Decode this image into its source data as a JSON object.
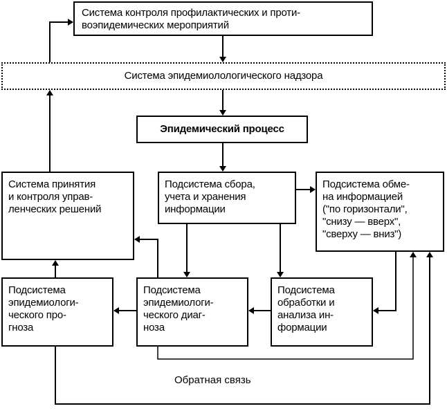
{
  "diagram": {
    "nodes": {
      "control_system": {
        "lines": [
          "Система контроля профилактических и проти-",
          "воэпидемических мероприятий"
        ]
      },
      "surveillance_system": {
        "lines": [
          "Система эпидемиолологического надзора"
        ]
      },
      "epidemic_process": {
        "lines": [
          "Эпидемический процесс"
        ]
      },
      "decision_system": {
        "lines": [
          "Система принятия",
          "и контроля управ-",
          "ленческих решений"
        ]
      },
      "collection_subsystem": {
        "lines": [
          "Подсистема сбора,",
          "учета и хранения",
          "информации"
        ]
      },
      "exchange_subsystem": {
        "lines": [
          "Подсистема обме-",
          "на информацией",
          "(\"по горизонтали\",",
          "\"снизу — вверх\",",
          "\"сверху — вниз\")"
        ]
      },
      "prognosis_subsystem": {
        "lines": [
          "Подсистема",
          "эпидемиологи-",
          "ческого про-",
          "гноза"
        ]
      },
      "diagnosis_subsystem": {
        "lines": [
          "Подсистема",
          "эпидемиологи-",
          "ческого диаг-",
          "ноза"
        ]
      },
      "processing_subsystem": {
        "lines": [
          "Подсистема",
          "обработки и",
          "анализа ин-",
          "формации"
        ]
      }
    },
    "feedback_label": "Обратная связь",
    "edges": [
      {
        "from": "control_system",
        "to": "surveillance_system"
      },
      {
        "from": "surveillance_system",
        "to": "epidemic_process"
      },
      {
        "from": "epidemic_process",
        "to": "collection_subsystem"
      },
      {
        "from": "collection_subsystem",
        "to": "exchange_subsystem"
      },
      {
        "from": "collection_subsystem",
        "to": "diagnosis_subsystem"
      },
      {
        "from": "collection_subsystem",
        "to": "processing_subsystem"
      },
      {
        "from": "exchange_subsystem",
        "to": "processing_subsystem"
      },
      {
        "from": "processing_subsystem",
        "to": "diagnosis_subsystem"
      },
      {
        "from": "diagnosis_subsystem",
        "to": "prognosis_subsystem"
      },
      {
        "from": "diagnosis_subsystem",
        "to": "decision_system"
      },
      {
        "from": "prognosis_subsystem",
        "to": "decision_system"
      },
      {
        "from": "decision_system",
        "to": "surveillance_system"
      },
      {
        "from": "surveillance_system",
        "to": "control_system"
      },
      {
        "from": "diagnosis_subsystem",
        "to": "exchange_subsystem",
        "label": "feedback"
      },
      {
        "from": "prognosis_subsystem",
        "to": "exchange_subsystem",
        "label": "feedback"
      }
    ]
  }
}
